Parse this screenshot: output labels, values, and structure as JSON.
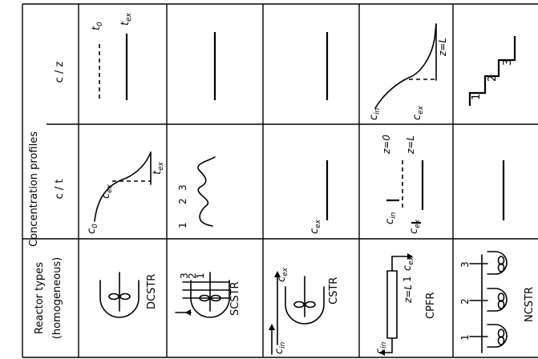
{
  "headers": {
    "concentration_profiles": "Concentration profiles",
    "c_over_z": "c / z",
    "c_over_t": "c / t",
    "reactor_types": "Reactor types",
    "homogeneous": "(homogeneous)"
  },
  "reactors": [
    {
      "name": "DCSTR",
      "cz_labels": {
        "t0": "t",
        "t0_sub": "0",
        "tex": "t",
        "tex_sub": "ex"
      },
      "ct_labels": {
        "tex": "t",
        "tex_sub": "ex",
        "cex": "c",
        "cex_sub": "ex",
        "c0": "c",
        "c0_sub": "0"
      }
    },
    {
      "name": "SCSTR",
      "ct_labels": {
        "l1": "1",
        "l2": "2",
        "l3": "3"
      },
      "diagram_labels": {
        "n3": "3",
        "n2": "2",
        "n1": "1"
      }
    },
    {
      "name": "CSTR",
      "ct_labels": {
        "cex": "c",
        "cex_sub": "ex"
      },
      "diagram_labels": {
        "cex": "c",
        "cex_sub": "ex",
        "cin": "c",
        "cin_sub": "in"
      }
    },
    {
      "name": "CPFR",
      "cz_labels": {
        "zL": "z=L",
        "cin": "c",
        "cin_sub": "in",
        "cex": "c",
        "cex_sub": "ex"
      },
      "ct_labels": {
        "z0": "z=0",
        "zL": "z=L",
        "cin": "c",
        "cin_sub": "in",
        "cex": "c",
        "cex_sub": "ex"
      },
      "diagram_labels": {
        "cex": "c",
        "cex_sub": "ex",
        "one": "1",
        "zL": "z=L",
        "cin": "c",
        "cin_sub": "in"
      }
    },
    {
      "name": "NCSTR",
      "cz_labels": {
        "s1": "1",
        "s2": "2",
        "s3": "3"
      },
      "diagram_labels": {
        "n3": "3",
        "n2": "2",
        "n1": "1"
      }
    }
  ]
}
